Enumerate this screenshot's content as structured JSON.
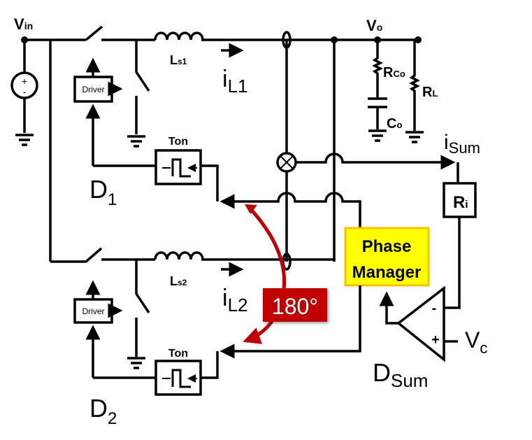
{
  "labels": {
    "vin": {
      "main": "V",
      "sub": "in"
    },
    "vo": {
      "main": "V",
      "sub": "o"
    },
    "ls1": {
      "main": "L",
      "sub": "s1"
    },
    "ls2": {
      "main": "L",
      "sub": "s2"
    },
    "il1": {
      "main": "i",
      "sub": "L1"
    },
    "il2": {
      "main": "i",
      "sub": "L2"
    },
    "rco": {
      "main": "R",
      "sub": "Co"
    },
    "rl": {
      "main": "R",
      "sub": "L"
    },
    "co": {
      "main": "C",
      "sub": "o"
    },
    "isum": {
      "main": "i",
      "sub": "Sum"
    },
    "ri": {
      "main": "R",
      "sub": "i"
    },
    "d1": {
      "main": "D",
      "sub": "1"
    },
    "d2": {
      "main": "D",
      "sub": "2"
    },
    "dsum": {
      "main": "D",
      "sub": "Sum"
    },
    "vc": {
      "main": "V",
      "sub": "c"
    },
    "ton1": "Ton",
    "ton2": "Ton",
    "driver1": "Driver",
    "driver2": "Driver",
    "phase_manager_line1": "Phase",
    "phase_manager_line2": "Manager",
    "phase_shift": "180°",
    "source_plus": "+",
    "source_minus": "-",
    "opamp_minus": "-",
    "opamp_plus": "+"
  },
  "colors": {
    "phase_manager_fill": "#ffff00",
    "phase_manager_border": "#f5c200",
    "phase_arrow": "#c00000"
  }
}
